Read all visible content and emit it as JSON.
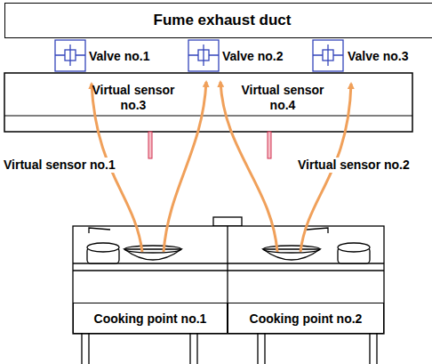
{
  "diagram": {
    "nodes": [
      {
        "text": [
          "Fume exhaust duct"
        ]
      },
      {
        "text": [
          "Cooking point no.1"
        ]
      },
      {
        "text": [
          "Cooking point no.2"
        ]
      }
    ],
    "labels": [
      "Valve no.1",
      "Valve no.2",
      "Valve no.3",
      "Virtual sensor no.3",
      "Virtual sensor no.4",
      "Virtual sensor no.1",
      "Virtual sensor no.2"
    ]
  }
}
